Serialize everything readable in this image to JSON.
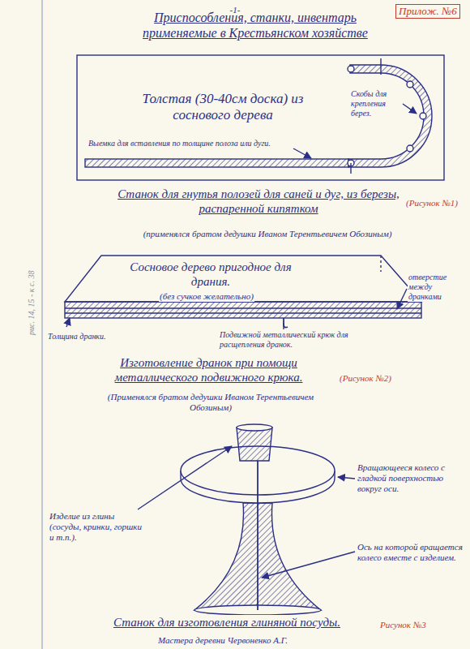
{
  "diagram": {
    "title": "Приспособления, станки, инвентарь применяемые в Крестьянском хозяйстве",
    "labels": [
      "-1-",
      "Прилож. №6",
      "Толстая (30-40см доска) из соснового дерева",
      "Скобы для крепления берез.",
      "Выемка для вставления по толщине полоза или дуги.",
      "Станок для гнутья полозей для саней и дуг, из березы, распаренной кипятком",
      "(Рисунок №1)",
      "(применялся братом дедушки Иваном Терентьевичем Обозиным)",
      "Сосновое дерево пригодное для драния.",
      "(без сучков желательно)",
      "отверстие между дранками",
      "Толщина дранки.",
      "Подвижной металлический крюк для расщепления дранок.",
      "Изготовление дранок при помощи металлического подвижного крюка.",
      "(Рисунок №2)",
      "(Применялся братом дедушки Иваном Терентьевичем Обозиным)",
      "Изделие из глины (сосуды, кринки, горшки и т.п.).",
      "Вращающееся колесо с гладкой поверхностью вокруг оси.",
      "Ось на которой вращается колесо вместе с изделием.",
      "Станок для изготовления глиняной посуды.",
      "Рисунок №3",
      "Мастера деревни Червоненко А.Г.",
      "рис. 14, 15 - к с. 38"
    ]
  }
}
